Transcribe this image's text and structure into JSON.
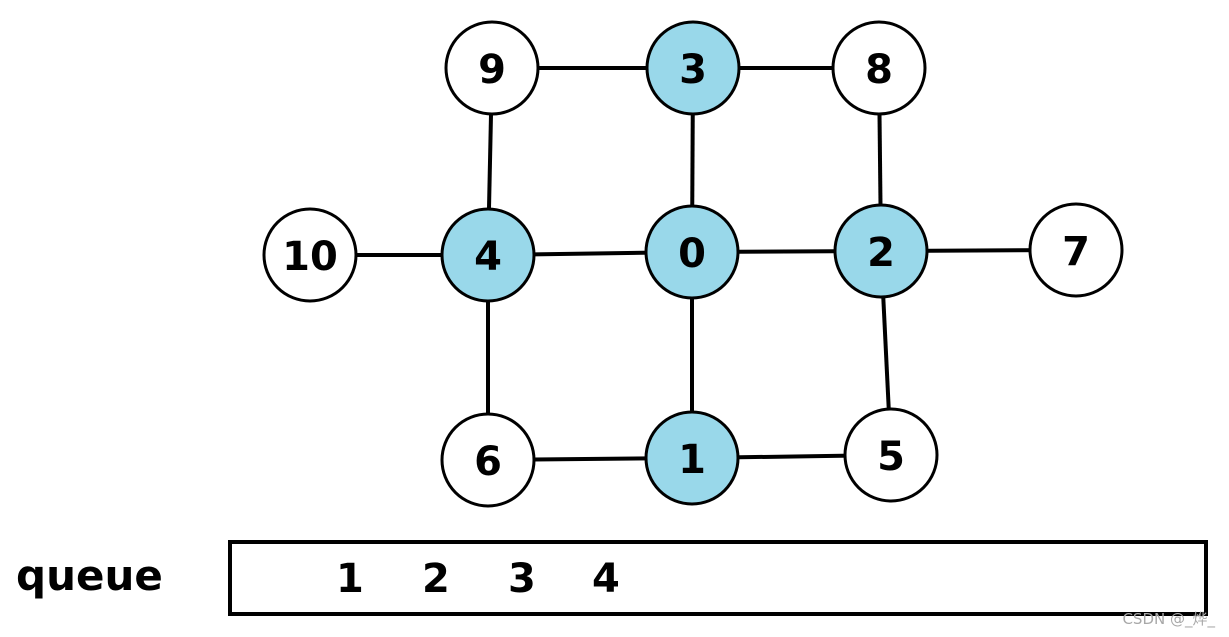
{
  "nodes": [
    {
      "id": "0",
      "label": "0",
      "visited": true
    },
    {
      "id": "1",
      "label": "1",
      "visited": true
    },
    {
      "id": "2",
      "label": "2",
      "visited": true
    },
    {
      "id": "3",
      "label": "3",
      "visited": true
    },
    {
      "id": "4",
      "label": "4",
      "visited": true
    },
    {
      "id": "5",
      "label": "5",
      "visited": false
    },
    {
      "id": "6",
      "label": "6",
      "visited": false
    },
    {
      "id": "7",
      "label": "7",
      "visited": false
    },
    {
      "id": "8",
      "label": "8",
      "visited": false
    },
    {
      "id": "9",
      "label": "9",
      "visited": false
    },
    {
      "id": "10",
      "label": "10",
      "visited": false
    }
  ],
  "edges": [
    [
      "9",
      "3"
    ],
    [
      "3",
      "8"
    ],
    [
      "9",
      "4"
    ],
    [
      "3",
      "0"
    ],
    [
      "8",
      "2"
    ],
    [
      "10",
      "4"
    ],
    [
      "4",
      "0"
    ],
    [
      "0",
      "2"
    ],
    [
      "2",
      "7"
    ],
    [
      "4",
      "6"
    ],
    [
      "0",
      "1"
    ],
    [
      "2",
      "5"
    ],
    [
      "6",
      "1"
    ],
    [
      "1",
      "5"
    ]
  ],
  "colors": {
    "visited_fill": "#99d8ea",
    "unvisited_fill": "#ffffff",
    "stroke": "#000000"
  },
  "queue": {
    "title": "queue",
    "items": [
      "1",
      "2",
      "3",
      "4"
    ]
  },
  "watermark": "CSDN @_烨_"
}
